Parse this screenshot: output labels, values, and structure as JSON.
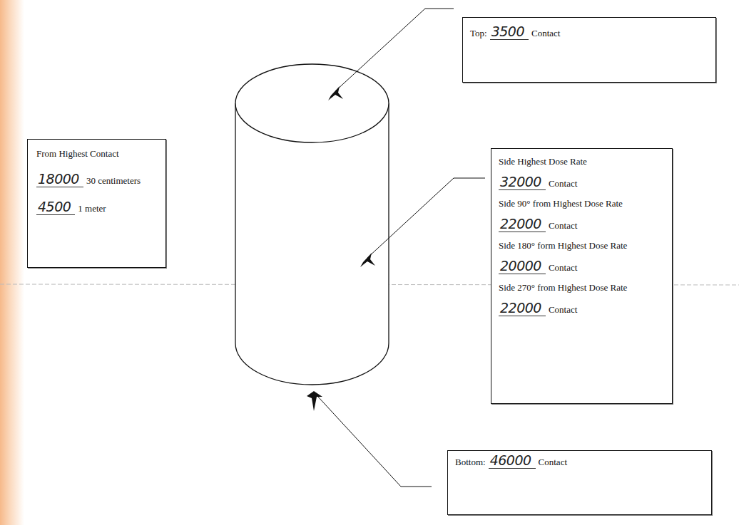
{
  "diagram": {
    "nodes": [
      {
        "text": [
          "Top:",
          "3500",
          "Contact"
        ]
      },
      {
        "text": [
          "From Highest Contact",
          "18000",
          "30 centimeters",
          "4500",
          "1 meter"
        ]
      },
      {
        "text": [
          "Side Highest Dose Rate",
          "32000",
          "Contact",
          "Side 90° from Highest Dose Rate",
          "22000",
          "Contact",
          "Side 180° form Highest Dose Rate",
          "20000",
          "Contact",
          "Side 270° from Highest Dose Rate",
          "22000",
          "Contact"
        ]
      },
      {
        "text": [
          "Bottom:",
          "46000",
          "Contact"
        ]
      }
    ]
  }
}
